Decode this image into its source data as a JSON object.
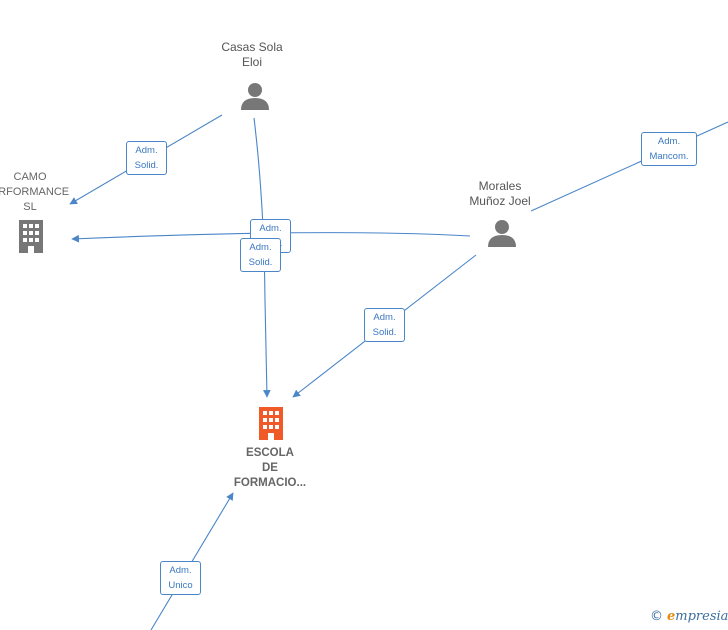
{
  "nodes": {
    "casas": {
      "label_1": "Casas Sola",
      "label_2": "Eloi",
      "icon": "person-icon"
    },
    "morales": {
      "label_1": "Morales",
      "label_2": "Muñoz Joel",
      "icon": "person-icon"
    },
    "camo": {
      "label_1": "CAMO",
      "label_2": "ERFORMANCE",
      "label_3": "SL",
      "icon": "building-icon"
    },
    "escola": {
      "label_1": "ESCOLA",
      "label_2": "DE",
      "label_3": "FORMACIO...",
      "icon": "building-icon",
      "highlight_color": "#f05a28"
    }
  },
  "edges": {
    "casas_camo": {
      "line_1": "Adm.",
      "line_2": "Solid."
    },
    "casas_escola": {
      "line_1": "Adm.",
      "line_2": "Solid."
    },
    "morales_camo": {
      "line_1": "Adm.",
      "line_2": "Solid."
    },
    "morales_escola": {
      "line_1": "Adm.",
      "line_2": "Solid."
    },
    "morales_offscreen": {
      "line_1": "Adm.",
      "line_2": "Mancom."
    },
    "offscreen_escola": {
      "line_1": "Adm.",
      "line_2": "Unico"
    }
  },
  "colors": {
    "edge": "#4a86c8",
    "node_icon": "#777777",
    "focus_icon": "#f05a28"
  },
  "brand": {
    "copyright": "©",
    "first_letter": "e",
    "rest": "mpresia"
  }
}
